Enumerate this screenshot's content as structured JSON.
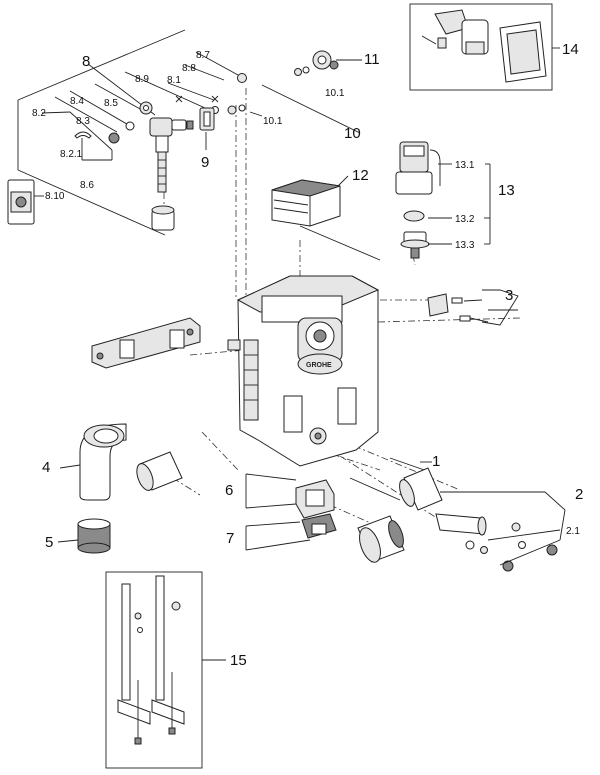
{
  "brand": "GROHE",
  "labels": {
    "l1": "1",
    "l2": "2",
    "l2_1": "2.1",
    "l3": "3",
    "l4": "4",
    "l5": "5",
    "l6": "6",
    "l7": "7",
    "l8": "8",
    "l8_1": "8.1",
    "l8_2": "8.2",
    "l8_2_1": "8.2.1",
    "l8_3": "8.3",
    "l8_4": "8.4",
    "l8_5": "8.5",
    "l8_6": "8.6",
    "l8_7": "8.7",
    "l8_8": "8.8",
    "l8_9": "8.9",
    "l8_10": "8.10",
    "l9": "9",
    "l10": "10",
    "l10_1a": "10.1",
    "l10_1b": "10.1",
    "l11": "11",
    "l12": "12",
    "l13": "13",
    "l13_1": "13.1",
    "l13_2": "13.2",
    "l13_3": "13.3",
    "l14": "14",
    "l15": "15"
  }
}
